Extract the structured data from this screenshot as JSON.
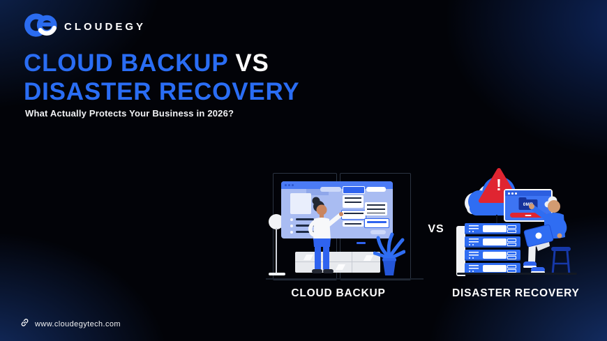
{
  "brand": {
    "name": "CLOUDEGY",
    "monogram_icon": "cloudegy-monogram"
  },
  "headline": {
    "line1_blue": "CLOUD BACKUP",
    "line1_white": "VS",
    "line2_blue": "DISASTER RECOVERY"
  },
  "subtitle": "What Actually Protects Your Business in 2026?",
  "comparison": {
    "vs_label": "VS",
    "left": {
      "label": "CLOUD BACKUP"
    },
    "right": {
      "label": "DISASTER RECOVERY",
      "warning_mark": "!",
      "popup_folder_label": "0MB"
    }
  },
  "footer": {
    "url": "www.cloudegytech.com",
    "icon": "link-icon"
  },
  "colors": {
    "accent_blue": "#2a6df4",
    "illustration_blue": "#2f6df2",
    "screen_light": "#a9bcf2",
    "alert_red": "#e02531",
    "background": "#020308",
    "text_white": "#fdfdfd"
  }
}
